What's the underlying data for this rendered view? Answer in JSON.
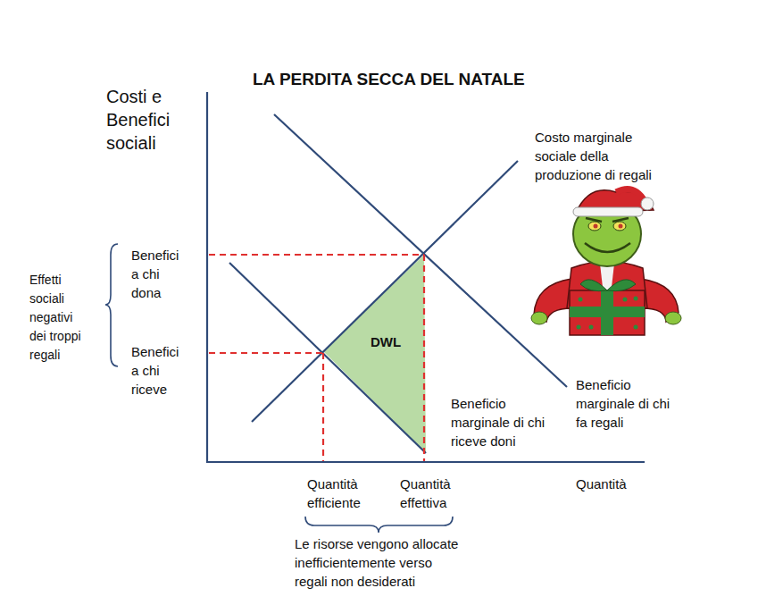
{
  "diagram": {
    "title": "LA PERDITA SECCA DEL NATALE",
    "nodes": [
      {
        "text": [
          "DWL"
        ]
      }
    ],
    "edges": [],
    "labels": [
      "Costi e Benefici sociali",
      "Costo marginale sociale della produzione di regali",
      "Benefici a chi dona",
      "Benefici a chi riceve",
      "Effetti sociali negativi dei troppi regali",
      "Beneficio marginale di chi riceve doni",
      "Beneficio marginale di chi fa regali",
      "Quantità efficiente",
      "Quantità effettiva",
      "Quantità",
      "Le risorse vengono allocate inefficientemente verso regali non desiderati"
    ]
  }
}
